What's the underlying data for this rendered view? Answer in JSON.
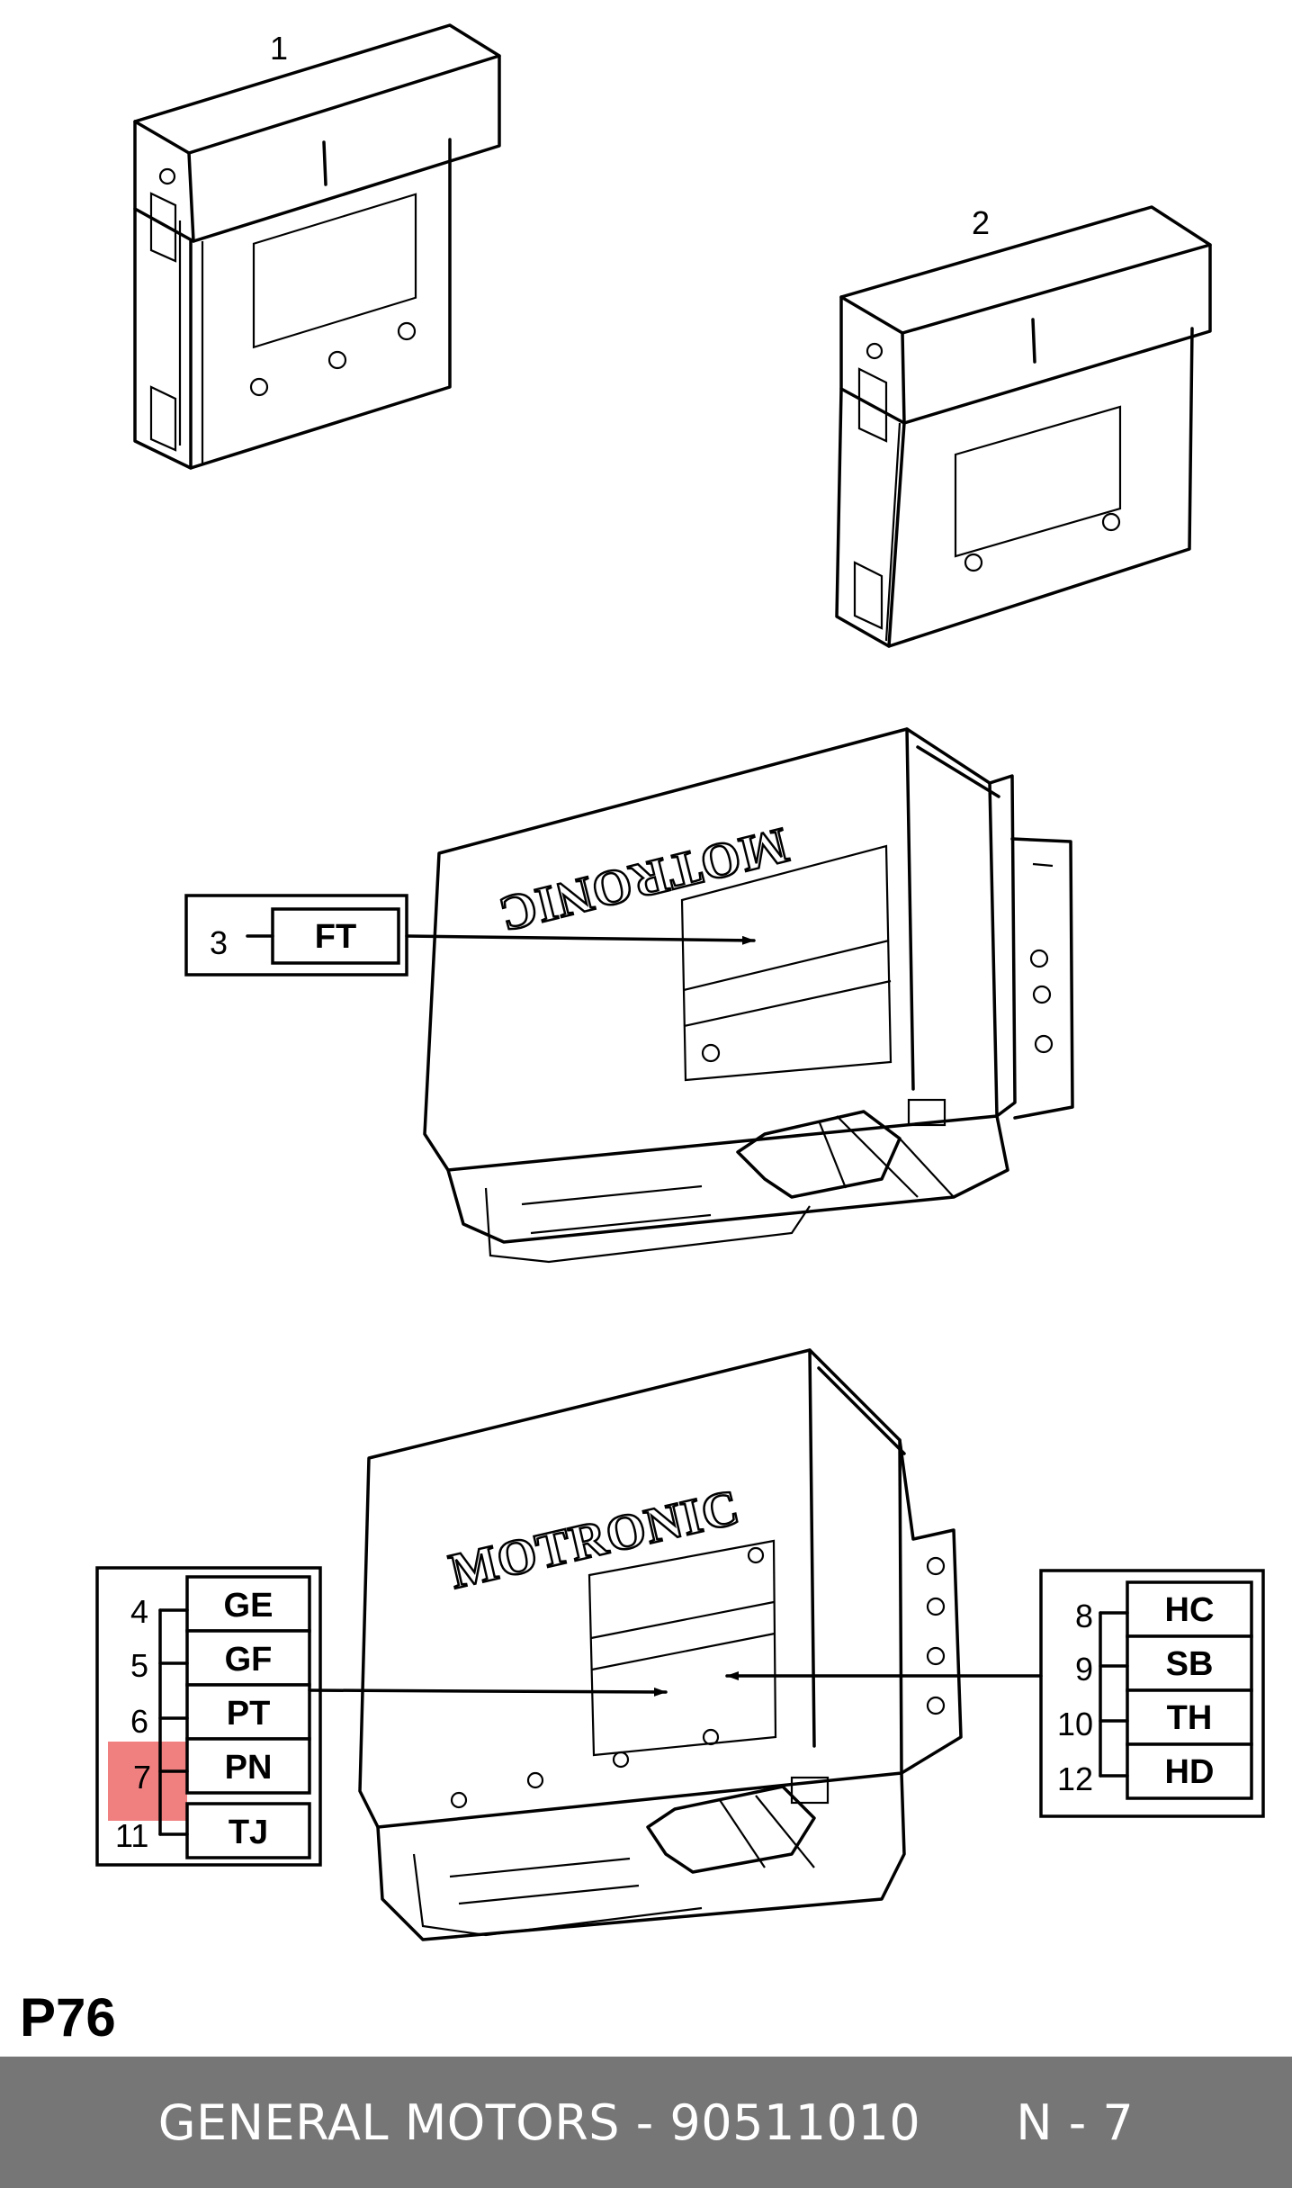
{
  "part_labels": {
    "p1": "1",
    "p2": "2"
  },
  "brand_text": "MOTRONIC",
  "callout_ft": {
    "number": "3",
    "code": "FT"
  },
  "callouts_left": [
    {
      "number": "4",
      "code": "GE"
    },
    {
      "number": "5",
      "code": "GF"
    },
    {
      "number": "6",
      "code": "PT"
    },
    {
      "number": "7",
      "code": "PN",
      "highlighted": true
    },
    {
      "number": "11",
      "code": "TJ"
    }
  ],
  "callouts_right": [
    {
      "number": "8",
      "code": "HC"
    },
    {
      "number": "9",
      "code": "SB"
    },
    {
      "number": "10",
      "code": "TH"
    },
    {
      "number": "12",
      "code": "HD"
    }
  ],
  "page_id": "P76",
  "footer": {
    "text": "GENERAL MOTORS - 90511010      N - 7"
  },
  "colors": {
    "highlight": "#f08080",
    "footer_bg": "#767676",
    "footer_text": "#ffffff"
  }
}
